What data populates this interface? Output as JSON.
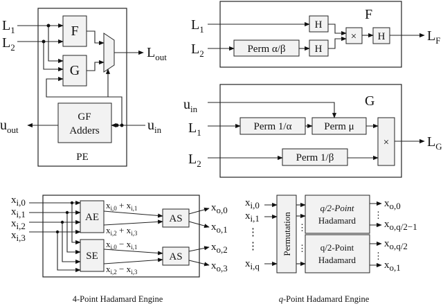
{
  "pe": {
    "f_block": "F",
    "g_block": "G",
    "gf_adders_line1": "GF",
    "gf_adders_line2": "Adders",
    "pe_label": "PE",
    "in_l1": "L",
    "in_l1_sub": "1",
    "in_l2": "L",
    "in_l2_sub": "2",
    "out_l": "L",
    "out_l_sub": "out",
    "u_out": "u",
    "u_out_sub": "out",
    "u_in": "u",
    "u_in_sub": "in"
  },
  "f_unit": {
    "title": "F",
    "h1": "H",
    "h2": "H",
    "h3": "H",
    "mult": "×",
    "perm": "Perm  α/β",
    "in_l1": "L",
    "in_l1_sub": "1",
    "in_l2": "L",
    "in_l2_sub": "2",
    "out": "L",
    "out_sub": "F"
  },
  "g_unit": {
    "title": "G",
    "perm_alpha": "Perm 1/α",
    "perm_mu": "Perm  μ",
    "perm_beta": "Perm 1/β",
    "mult": "×",
    "u_in": "u",
    "u_in_sub": "in",
    "in_l1": "L",
    "in_l1_sub": "1",
    "in_l2": "L",
    "in_l2_sub": "2",
    "out": "L",
    "out_sub": "G"
  },
  "hadamard4": {
    "inputs": [
      {
        "v": "x",
        "s": "i,0"
      },
      {
        "v": "x",
        "s": "i,1"
      },
      {
        "v": "x",
        "s": "i,2"
      },
      {
        "v": "x",
        "s": "i,3"
      }
    ],
    "ae": "AE",
    "se": "SE",
    "as1": "AS",
    "as2": "AS",
    "mid": [
      "x_{i,0} + x_{i,1}",
      "x_{i,2} + x_{i,3}",
      "x_{i,0} − x_{i,1}",
      "x_{i,2} − x_{i,3}"
    ],
    "outputs": [
      {
        "v": "x",
        "s": "o,0"
      },
      {
        "v": "x",
        "s": "o,1"
      },
      {
        "v": "x",
        "s": "o,2"
      },
      {
        "v": "x",
        "s": "o,3"
      }
    ],
    "caption": "4-Point Hadamard Engine"
  },
  "hadamardq": {
    "inputs": [
      {
        "v": "x",
        "s": "i,0"
      },
      {
        "v": "x",
        "s": "i,1"
      },
      {
        "v": "x",
        "s": "i,q"
      }
    ],
    "perm": "Permutation",
    "top_line1": "q/2-Point",
    "top_line2": "Hadamard",
    "bot_line1": "q/2-Point",
    "bot_line2": "Hadamard",
    "outputs": [
      {
        "v": "x",
        "s": "o,0"
      },
      {
        "v": "x",
        "s": "o,q/2−1"
      },
      {
        "v": "x",
        "s": "o,q/2"
      },
      {
        "v": "x",
        "s": "o,1"
      }
    ],
    "caption_q": "q",
    "caption_rest": "-Point Hadamard Engine"
  }
}
